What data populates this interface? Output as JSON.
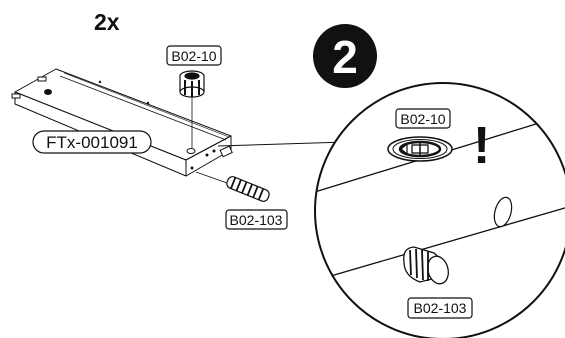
{
  "instruction": {
    "quantity": "2x",
    "step_number": "2",
    "warning_mark": "!"
  },
  "parts": {
    "panel": "FTx-001091",
    "cam_lock": "B02-10",
    "dowel": "B02-103"
  },
  "detail": {
    "cam_lock": "B02-10",
    "dowel": "B02-103"
  }
}
